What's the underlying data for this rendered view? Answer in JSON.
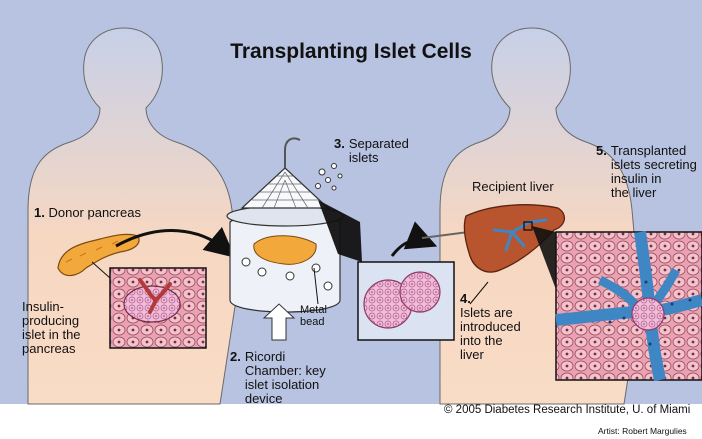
{
  "title": "Transplanting Islet Cells",
  "steps": [
    {
      "num": "1.",
      "text": "Donor pancreas"
    },
    {
      "num": "2.",
      "text": "Ricordi\nChamber: key\nislet isolation\ndevice"
    },
    {
      "num": "3.",
      "text": "Separated\nislets"
    },
    {
      "num": "4.",
      "text": "Islets are\nintroduced\ninto the\nliver"
    },
    {
      "num": "5.",
      "text": "Transplanted\nislets secreting\ninsulin in\nthe liver"
    }
  ],
  "labels": {
    "insulin_islet": "Insulin-\nproducing\nislet in the\npancreas",
    "metal_bead": "Metal\nbead",
    "recipient_liver": "Recipient liver"
  },
  "credits": {
    "copyright": "© 2005 Diabetes Research Institute, U. of Miami",
    "artist": "Artist: Robert Margulies"
  },
  "colors": {
    "background": "#b7c3e0",
    "skin": "#f8d6bd",
    "pancreas": "#f2a83a",
    "liver": "#b8542e",
    "vessel": "#3f86c4",
    "islet": "#e7a6c8",
    "tissue": "#e7a8b4"
  }
}
